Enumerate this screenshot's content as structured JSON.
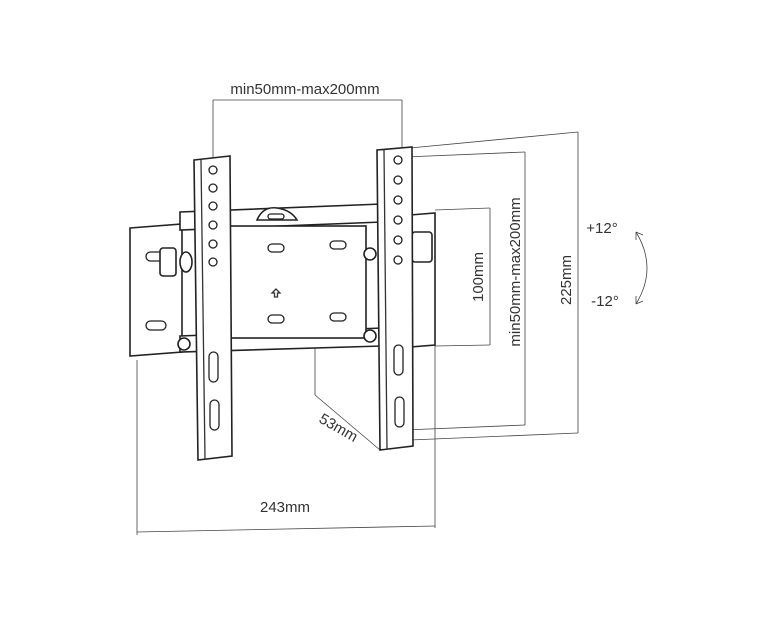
{
  "diagram": {
    "title": "Tilting TV wall mount dimensions",
    "labels": {
      "horizontal_vesa": "min50mm-max200mm",
      "vertical_vesa": "min50mm-max200mm",
      "height": "225mm",
      "wall_plate_height": "100mm",
      "width": "243mm",
      "depth": "53mm",
      "tilt_up": "+12°",
      "tilt_down": "-12°"
    }
  }
}
